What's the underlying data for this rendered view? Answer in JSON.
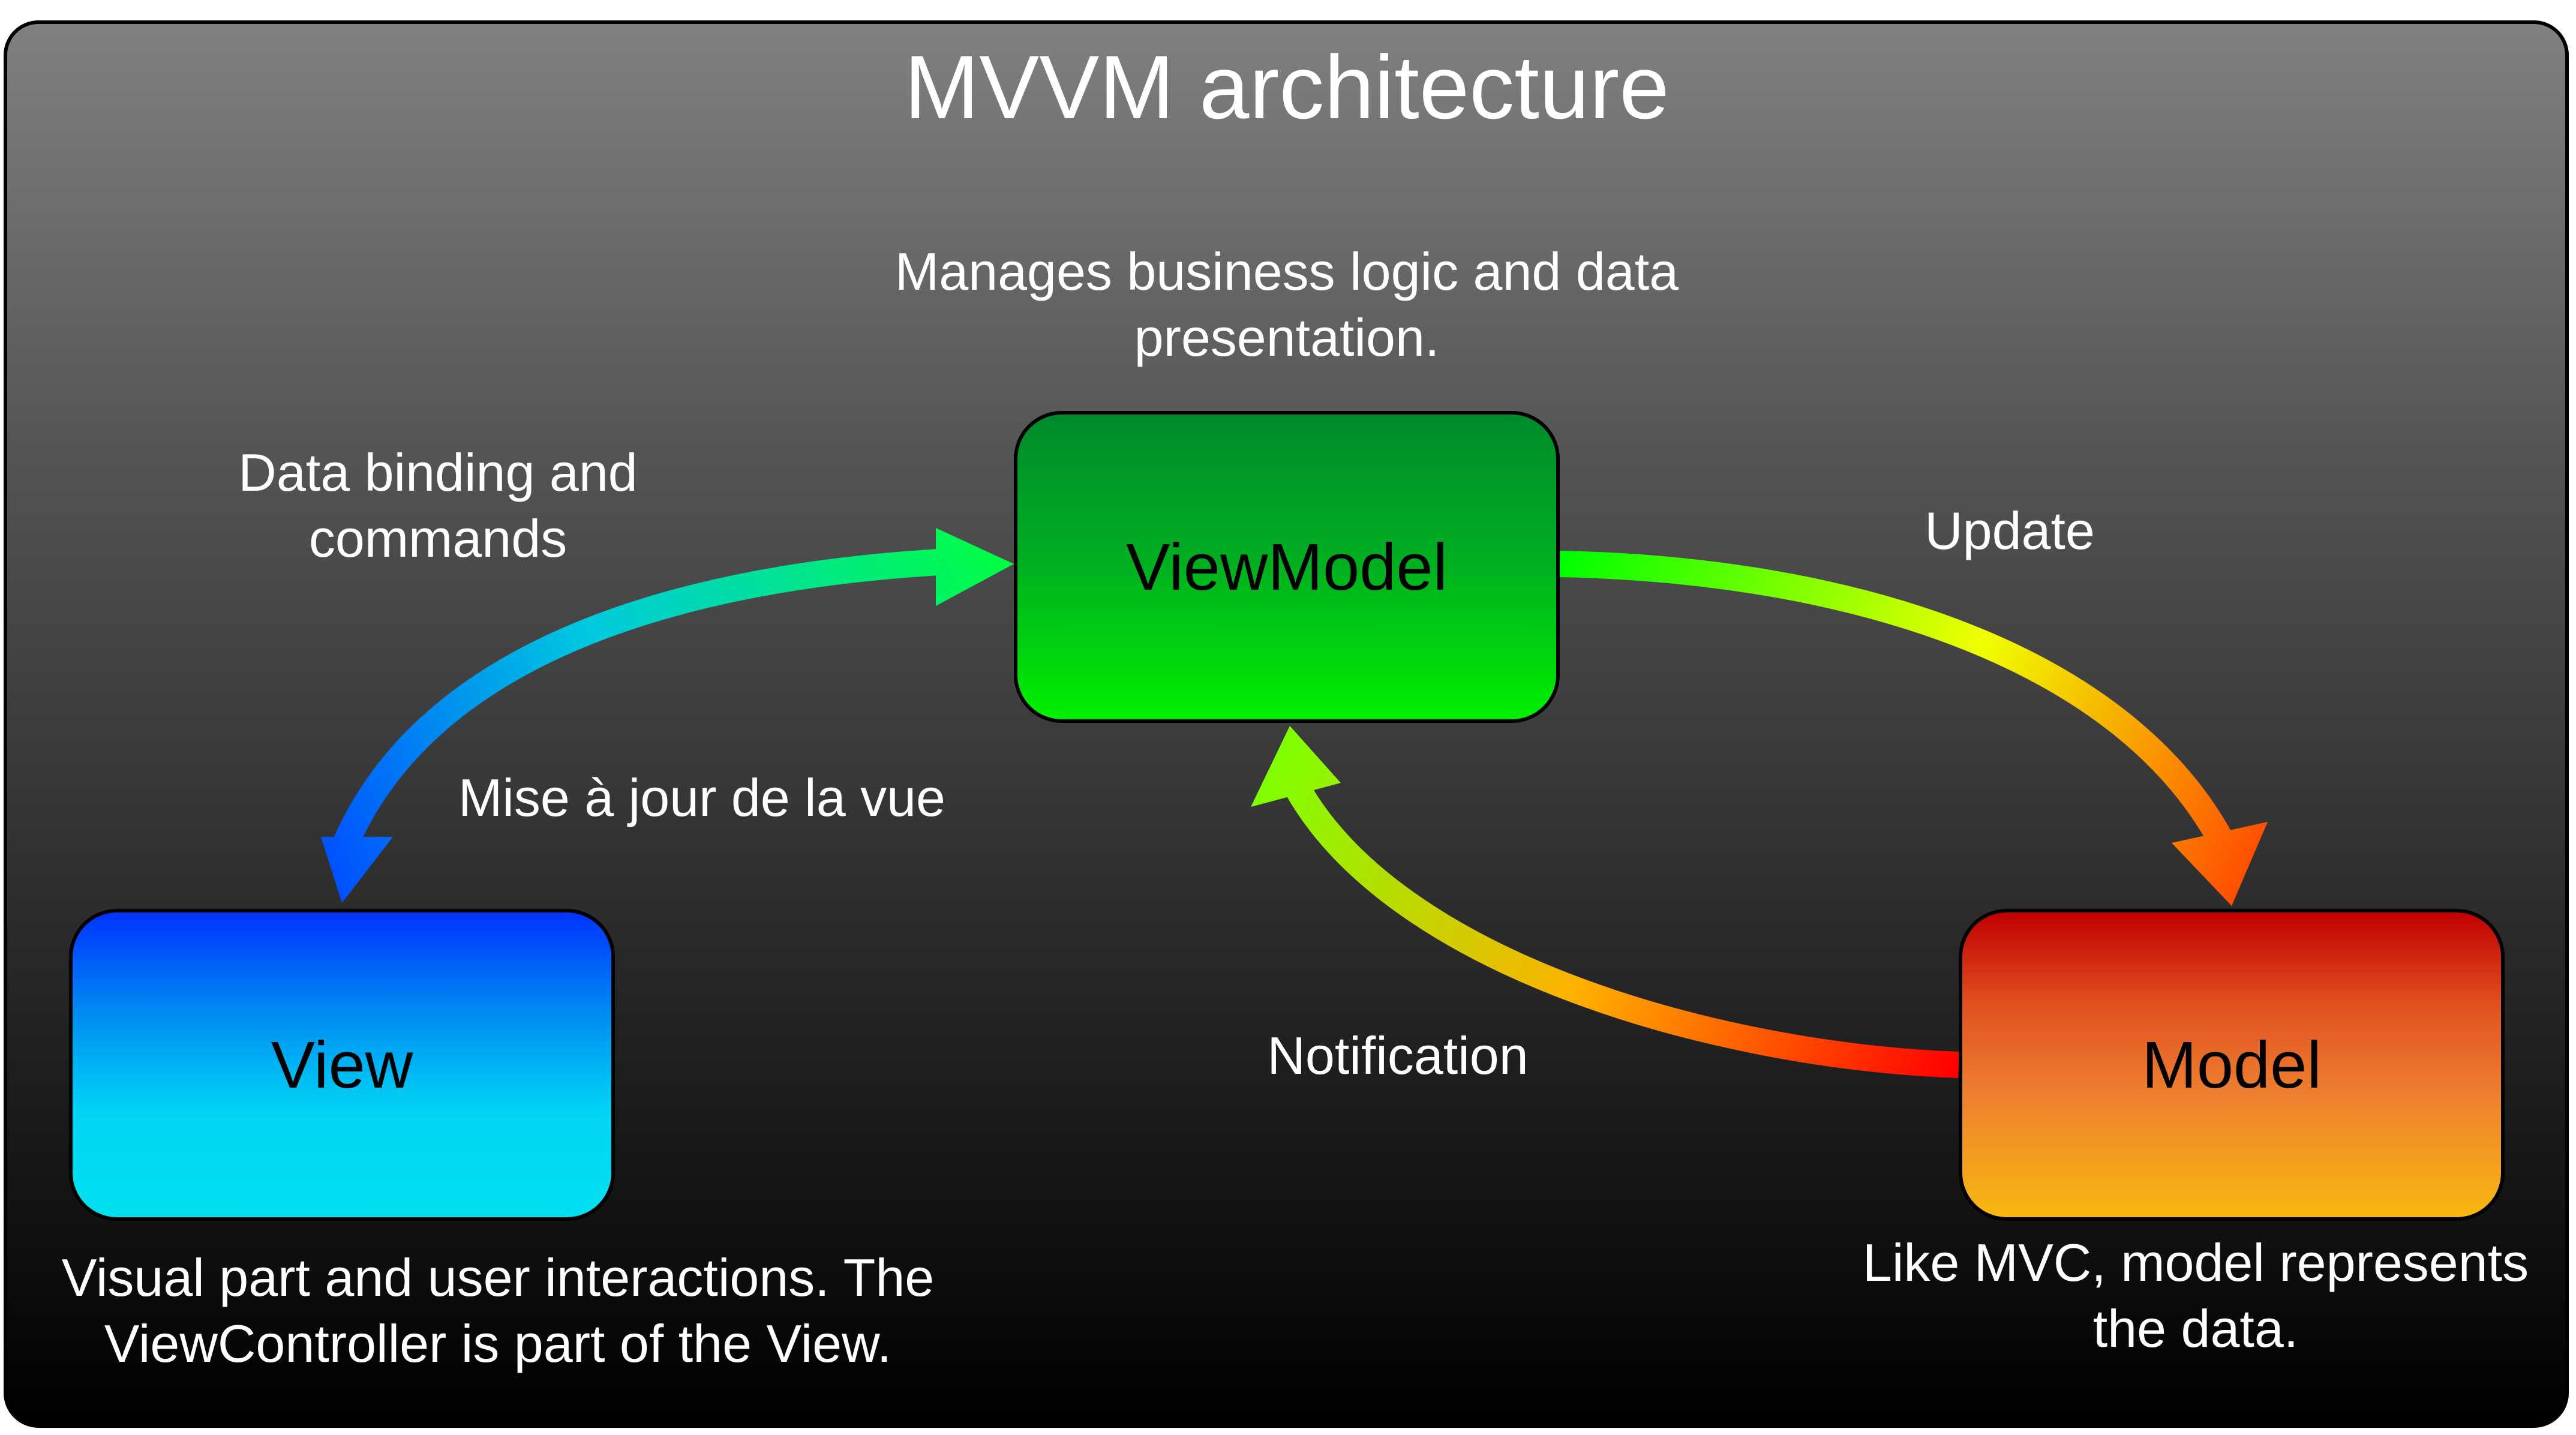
{
  "diagram": {
    "title": "MVVM architecture",
    "nodes": {
      "view": {
        "label": "View",
        "description_line1": "Visual part and user interactions. The",
        "description_line2": "ViewController is part of the View."
      },
      "viewmodel": {
        "label": "ViewModel",
        "description_line1": "Manages business logic and data",
        "description_line2": "presentation."
      },
      "model": {
        "label": "Model",
        "description_line1": "Like MVC, model represents",
        "description_line2": "the data."
      }
    },
    "edges": {
      "view_viewmodel": {
        "label_top_line1": "Data binding and",
        "label_top_line2": "commands",
        "label_bottom": "Mise à jour de la vue"
      },
      "viewmodel_to_model": {
        "label": "Update"
      },
      "model_to_viewmodel": {
        "label": "Notification"
      }
    },
    "colors": {
      "view": "#00c8f0",
      "viewmodel": "#00c020",
      "model": "#f07020",
      "text": "#ffffff"
    }
  }
}
